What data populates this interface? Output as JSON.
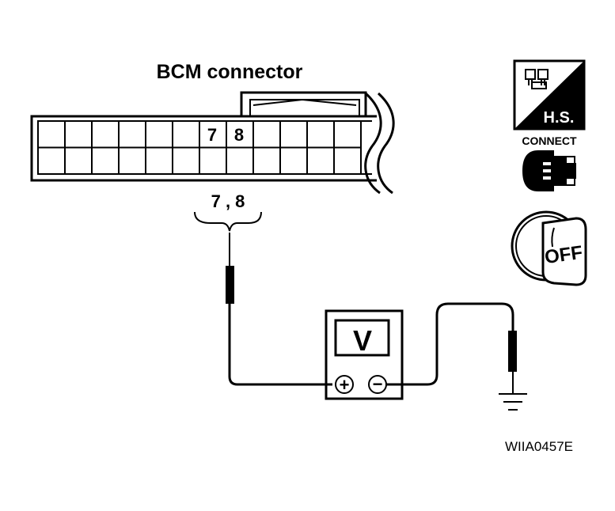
{
  "connector": {
    "title": "BCM connector",
    "pin_a": "7",
    "pin_b": "8",
    "pins_label": "7 , 8"
  },
  "meter": {
    "display": "V",
    "plus_terminal": "+",
    "minus_terminal": "−"
  },
  "icons": {
    "hs_label": "H.S.",
    "connect_label": "CONNECT",
    "ignition_label": "OFF"
  },
  "figure_code": "WIIA0457E"
}
